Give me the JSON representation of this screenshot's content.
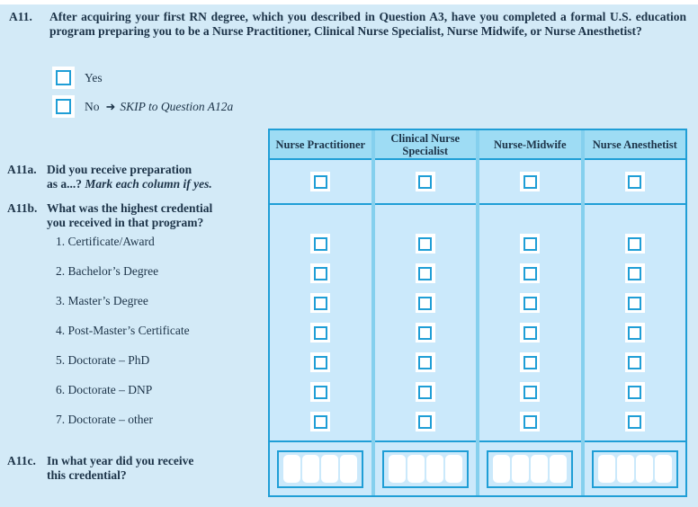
{
  "colors": {
    "page_background": "#d3eaf7",
    "cell_background": "#cbe9fb",
    "header_background": "#9edcf4",
    "border_cyan": "#1f9ed6",
    "column_divider": "#85d0ee",
    "text": "#1d3449",
    "checkbox_pad": "#ffffff"
  },
  "a11": {
    "label": "A11.",
    "question": "After acquiring your first RN degree, which you described in Question A3, have you completed a formal U.S. education program preparing you to be a Nurse Practitioner, Clinical Nurse Specialist, Nurse Midwife, or Nurse Anesthetist?",
    "yes_label": "Yes",
    "no_label": "No",
    "skip_arrow": "➜",
    "skip_text": "SKIP to Question A12a"
  },
  "table": {
    "columns": [
      "Nurse Practitioner",
      "Clinical Nurse Specialist",
      "Nurse-Midwife",
      "Nurse Anesthetist"
    ]
  },
  "a11a": {
    "label": "A11a.",
    "line1": "Did you receive preparation",
    "line2": "as a...?",
    "instruction": "Mark each column if yes."
  },
  "a11b": {
    "label": "A11b.",
    "line1": "What was the highest credential",
    "line2": "you received in that program?",
    "items": [
      "1. Certificate/Award",
      "2. Bachelor’s Degree",
      "3. Master’s Degree",
      "4. Post-Master’s Certificate",
      "5. Doctorate – PhD",
      "6. Doctorate – DNP",
      "7. Doctorate – other"
    ]
  },
  "a11c": {
    "label": "A11c.",
    "line1": "In what year did you receive",
    "line2": "this credential?"
  }
}
